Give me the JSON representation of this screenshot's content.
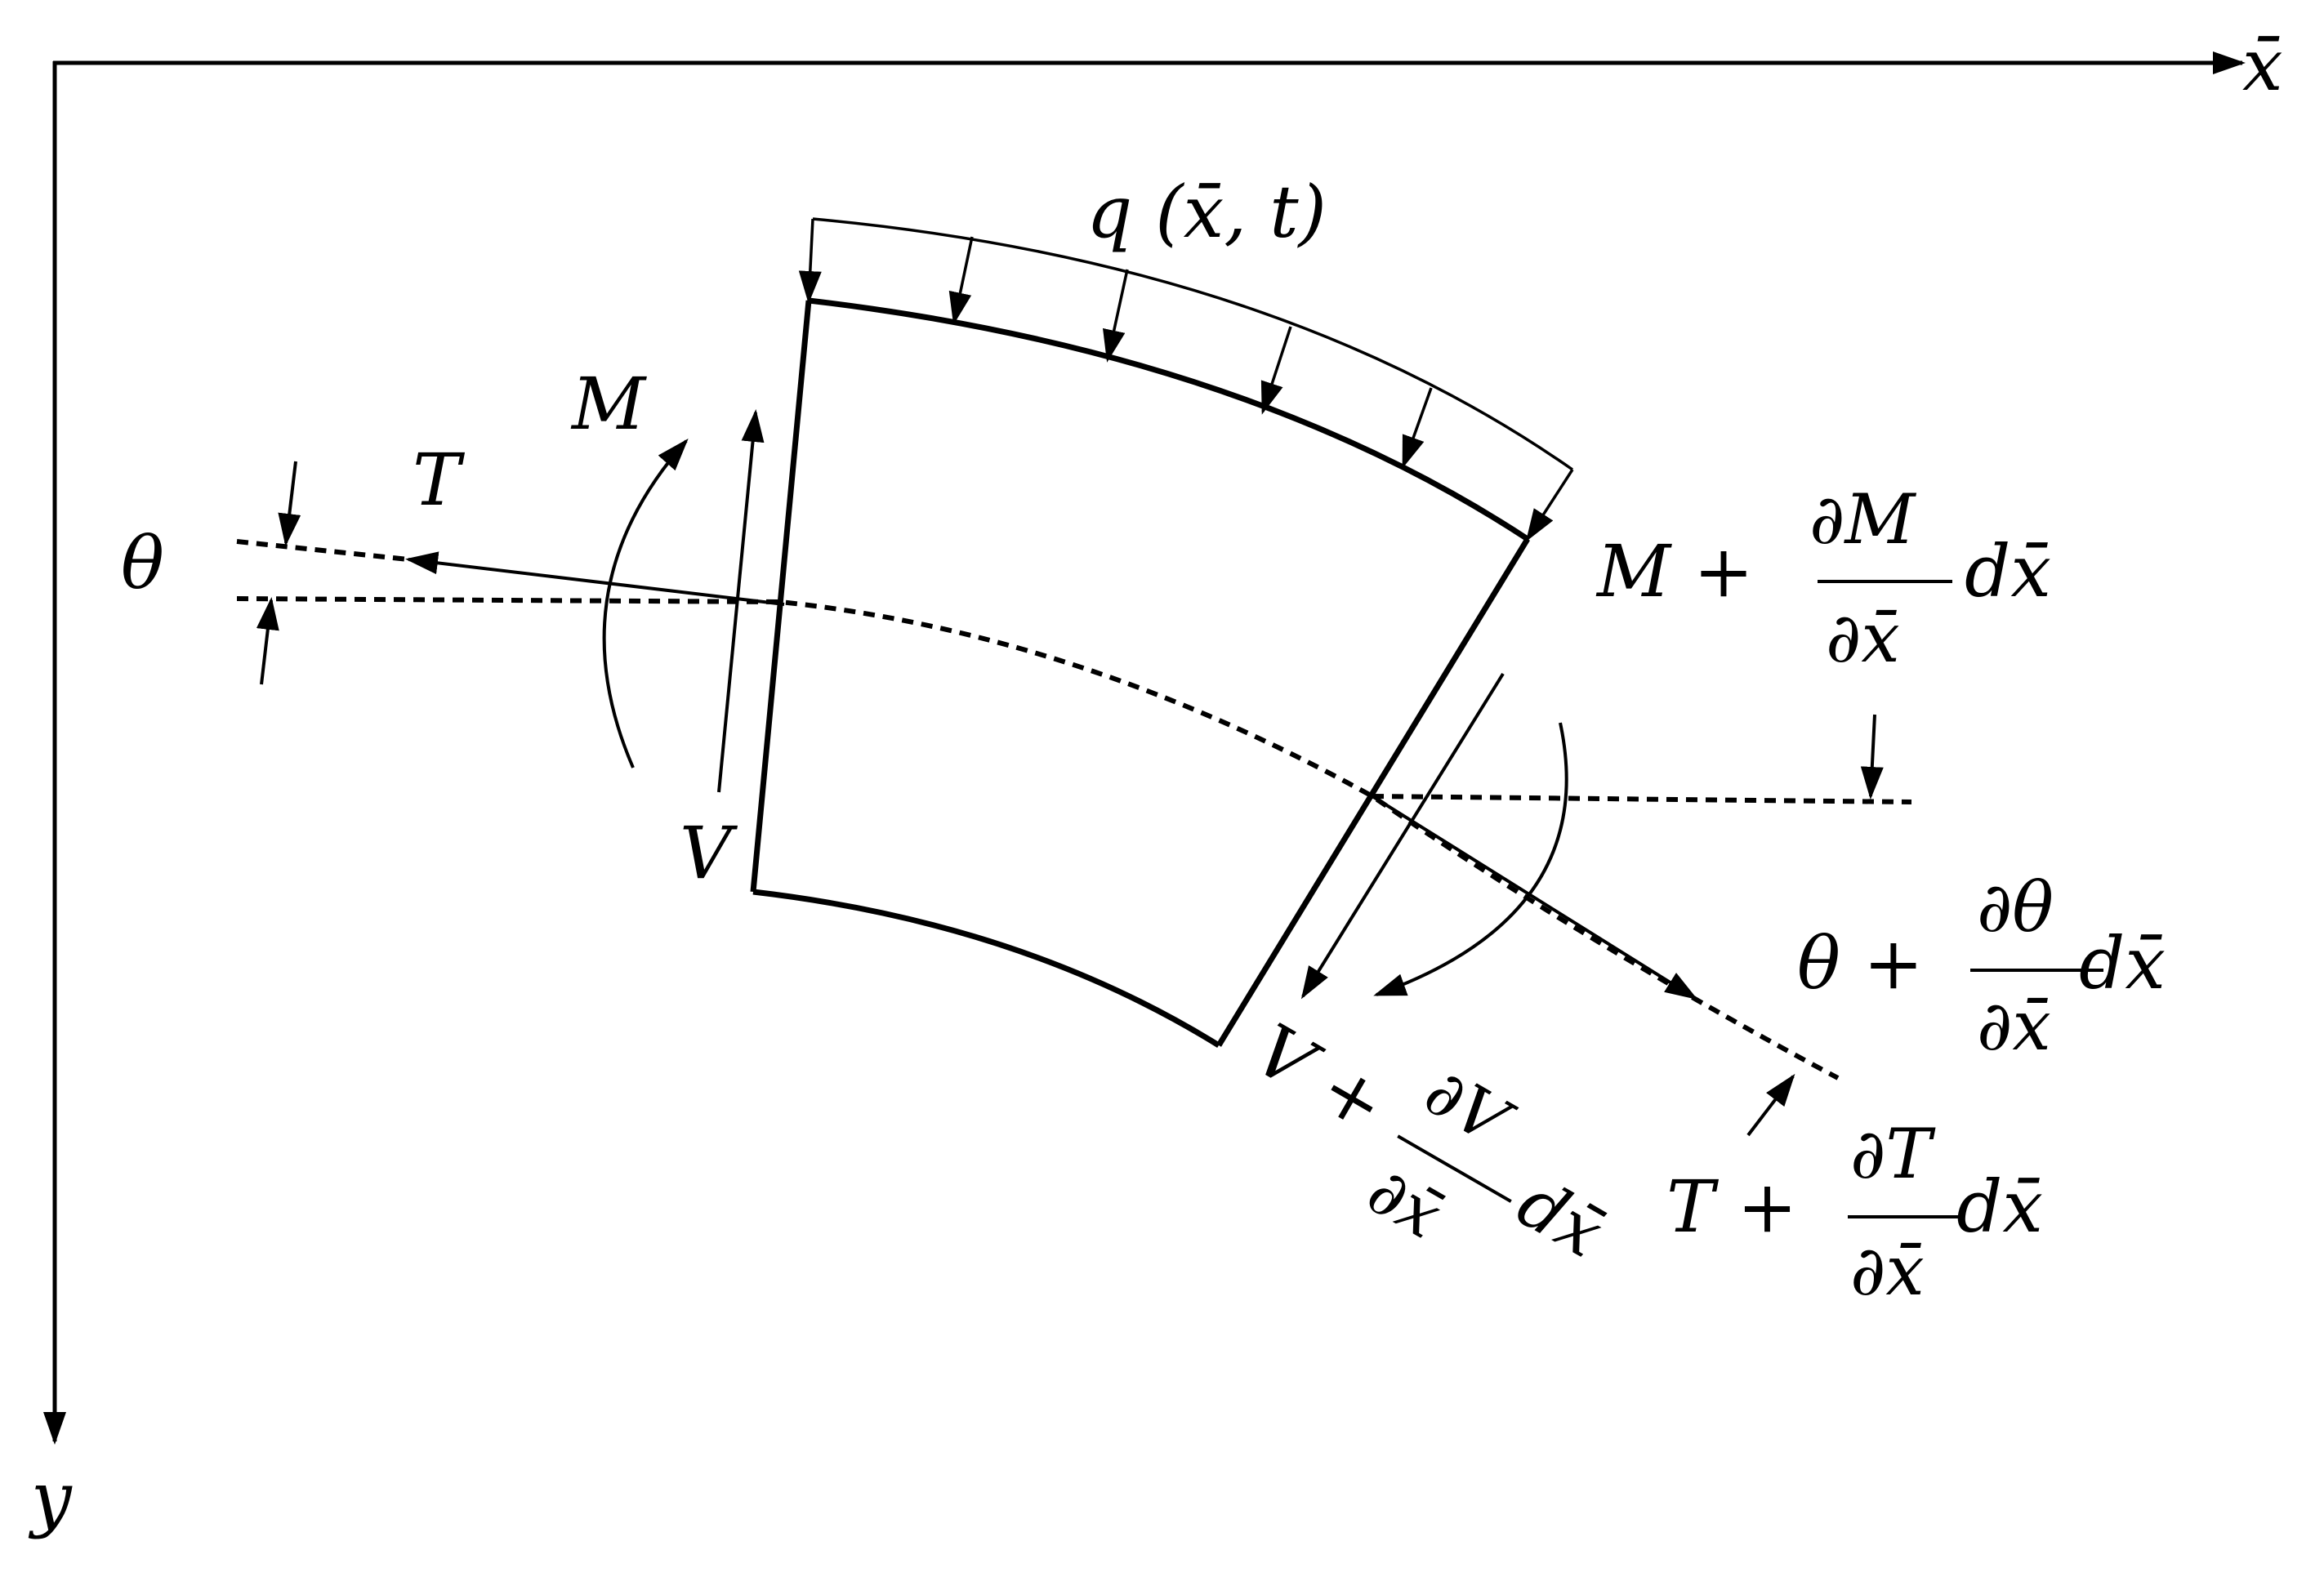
{
  "axes": {
    "x_label": "x̄",
    "y_label": "y"
  },
  "load": {
    "label": "q (x̄, t)"
  },
  "left_face": {
    "moment": "M",
    "tension": "T",
    "shear": "V",
    "angle": "θ"
  },
  "right_face": {
    "moment": {
      "base": "M +",
      "num": "∂M",
      "den": "∂x̄",
      "tail": "dx̄"
    },
    "angle": {
      "base": "θ +",
      "num": "∂θ",
      "den": "∂x̄",
      "tail": "dx̄"
    },
    "shear": {
      "base": "V +",
      "num": "∂V",
      "den": "∂x̄",
      "tail": "dx̄"
    },
    "tension": {
      "base": "T +",
      "num": "∂T",
      "den": "∂x̄",
      "tail": "dx̄"
    }
  }
}
